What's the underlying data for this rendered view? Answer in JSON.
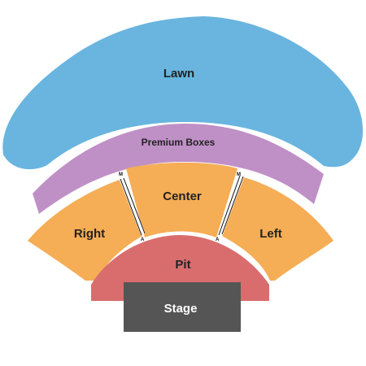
{
  "sections": {
    "lawn": {
      "label": "Lawn",
      "color": "#69b5df"
    },
    "premium_boxes": {
      "label": "Premium Boxes",
      "color": "#bf90c6"
    },
    "center": {
      "label": "Center",
      "color": "#f5ad56"
    },
    "right": {
      "label": "Right",
      "color": "#f5ad56"
    },
    "left": {
      "label": "Left",
      "color": "#f5ad56"
    },
    "pit": {
      "label": "Pit",
      "color": "#d96d6d"
    },
    "stage": {
      "label": "Stage",
      "color": "#555555"
    }
  },
  "aisles": {
    "left": {
      "top_letter": "M",
      "bottom_letter": "A"
    },
    "right": {
      "top_letter": "M",
      "bottom_letter": "A"
    }
  }
}
